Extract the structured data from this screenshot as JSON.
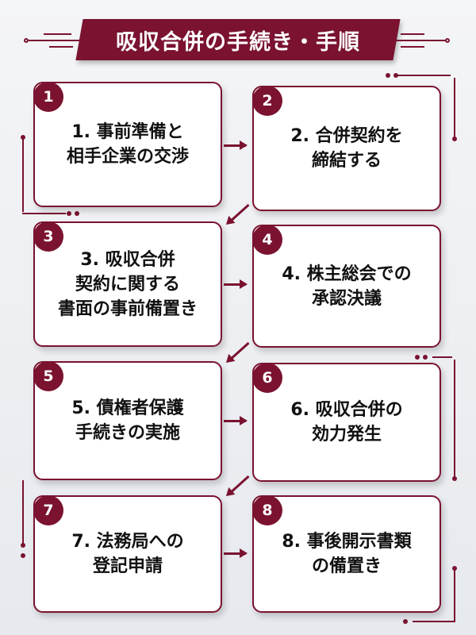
{
  "title": "吸収合併の手続き・手順",
  "colors": {
    "accent": "#7a1230",
    "card_background": "#ffffff",
    "text": "#111111",
    "page_background": "#eef0f3"
  },
  "steps": [
    {
      "number": "1",
      "label": "1. 事前準備と\n相手企業の交渉"
    },
    {
      "number": "2",
      "label": "2. 合併契約を\n締結する"
    },
    {
      "number": "3",
      "label": "3. 吸収合併\n契約に関する\n書面の事前備置き"
    },
    {
      "number": "4",
      "label": "4. 株主総会での\n承認決議"
    },
    {
      "number": "5",
      "label": "5. 債権者保護\n手続きの実施"
    },
    {
      "number": "6",
      "label": "6. 吸収合併の\n効力発生"
    },
    {
      "number": "7",
      "label": "7. 法務局への\n登記申請"
    },
    {
      "number": "8",
      "label": "8. 事後開示書類\nの備置き"
    }
  ],
  "flow": {
    "right_arrows": [
      "1→2",
      "3→4",
      "5→6",
      "7→8"
    ],
    "diagonal_arrows": [
      "2→3",
      "4→5",
      "6→7"
    ]
  }
}
